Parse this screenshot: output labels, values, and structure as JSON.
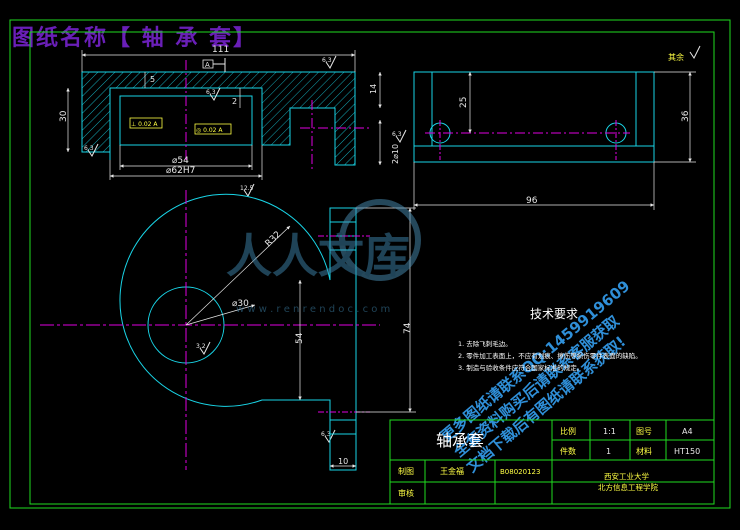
{
  "banner": {
    "title": "图纸名称【 轴 承 套】"
  },
  "roughness_corner": "其余",
  "dims": {
    "d111": "111",
    "d30": "30",
    "d5": "5",
    "d2": "2",
    "d14": "14",
    "d54": "⌀54",
    "d62": "⌀62H7",
    "d10": "2⌀10",
    "d25": "25",
    "d36": "36",
    "d96": "96",
    "r32": "R32",
    "d30c": "⌀30",
    "d54v": "54",
    "d74": "74",
    "d10b": "10",
    "ra1": "6.3",
    "ra2": "6.3",
    "ra3": "6.3",
    "ra4": "12.5",
    "ra5": "6.3",
    "ra6": "3.2",
    "ra7": "6.3"
  },
  "tolerances": {
    "t1": "⊥ 0.02 A",
    "t2": "◎ 0.02 A",
    "datum": "A"
  },
  "tech": {
    "heading": "技术要求",
    "items": [
      "1. 去除飞刺毛边。",
      "2. 零件加工表面上，不应有划痕、擦伤等损伤零件表面的缺陷。",
      "3. 制造与验收条件应符合国家标准的规定。"
    ]
  },
  "watermark": {
    "logo": "人人文库",
    "url": "w w w . r e n r e n d o c . c o m",
    "diag1": "更多图纸请联系QQ:1459919609",
    "diag2": "全套资料购买后请联系客服获取",
    "diag3": "文档下载后有图纸请联系获取!"
  },
  "titleblock": {
    "part_name": "轴承套",
    "scale_label": "比例",
    "scale_value": "1:1",
    "drawing_no_label": "图号",
    "drawing_no_value": "A4",
    "qty_label": "件数",
    "qty_value": "1",
    "material_label": "材料",
    "material_value": "HT150",
    "drawn_label": "制图",
    "drawn_name": "王金福",
    "drawn_id": "B08020123",
    "checked_label": "审核",
    "school1": "西安工业大学",
    "school2": "北方信息工程学院"
  },
  "colors": {
    "frame": "#1fdc1f",
    "outline": "#19d4e6",
    "dim": "#e8e8e8",
    "center": "#e000e0",
    "text": "#ffff44",
    "banner": "#6a1fb8"
  }
}
